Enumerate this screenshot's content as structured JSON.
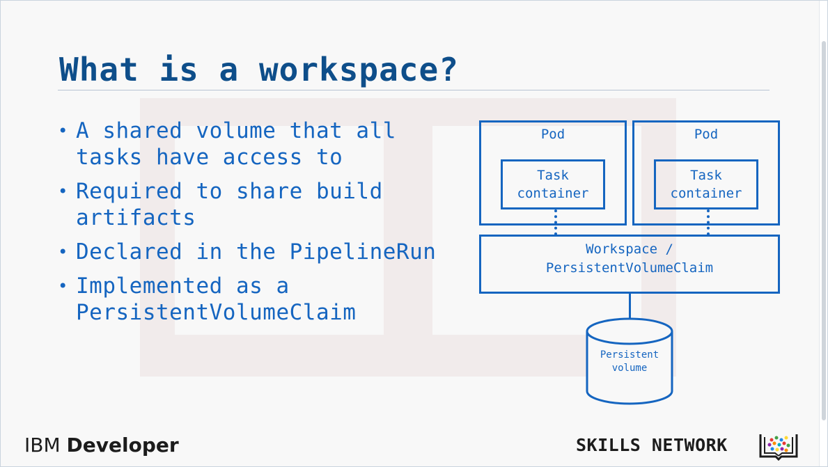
{
  "slide": {
    "title": "What is a workspace?",
    "bullets": [
      {
        "lines": [
          "A shared volume that all",
          "tasks have access to"
        ]
      },
      {
        "lines": [
          "Required to share build",
          "artifacts"
        ]
      },
      {
        "lines": [
          "Declared in the PipelineRun"
        ]
      },
      {
        "lines": [
          "Implemented as a",
          "PersistentVolumeClaim"
        ]
      }
    ]
  },
  "diagram": {
    "pods": [
      {
        "label": "Pod",
        "task_lines": [
          "Task",
          "container"
        ]
      },
      {
        "label": "Pod",
        "task_lines": [
          "Task",
          "container"
        ]
      }
    ],
    "workspace_lines": [
      "Workspace /",
      "PersistentVolumeClaim"
    ],
    "volume_lines": [
      "Persistent",
      "volume"
    ]
  },
  "footer": {
    "brand_prefix": "IBM",
    "brand_name": "Developer",
    "partner": "SKILLS NETWORK"
  },
  "colors": {
    "title": "#0e4e8a",
    "accent": "#1565c0",
    "background": "#f8f8f8",
    "footer_text": "#1c1c1c"
  }
}
